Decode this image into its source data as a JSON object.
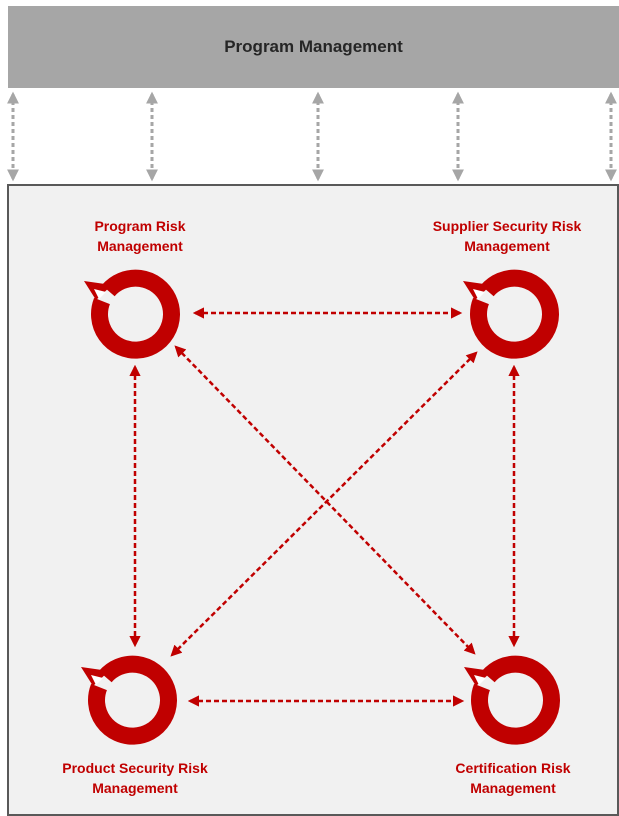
{
  "header": {
    "title": "Program Management"
  },
  "nodes": {
    "program_risk": {
      "line1": "Program Risk",
      "line2": "Management"
    },
    "supplier_risk": {
      "line1": "Supplier Security Risk",
      "line2": "Management"
    },
    "product_risk": {
      "line1": "Product Security Risk",
      "line2": "Management"
    },
    "certification_risk": {
      "line1": "Certification Risk",
      "line2": "Management"
    }
  },
  "colors": {
    "accent_red": "#c00000",
    "header_gray": "#a6a6a6",
    "panel_background": "#f1f1f1",
    "connector_gray": "#a6a6a6",
    "panel_border": "#595959"
  },
  "icons": {
    "cycle": "circular-cycle-arrow-icon"
  }
}
